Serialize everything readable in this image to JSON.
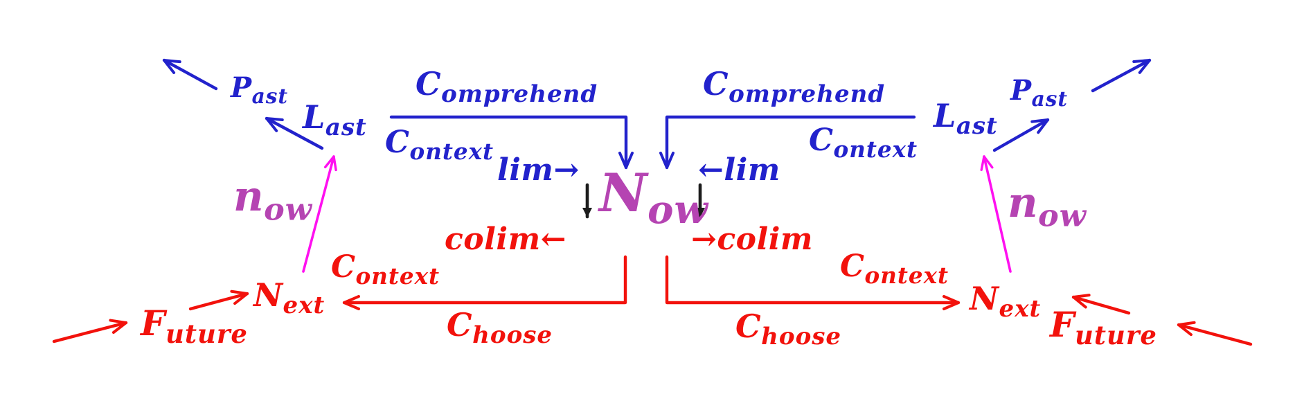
{
  "colors": {
    "blue": "#2222CC",
    "red": "#F2120C",
    "magenta": "#FF10F0",
    "purple": "#B544B2",
    "arrow_black": "#1C1C1C",
    "background": "#FFFFFF"
  },
  "labels": {
    "past_left": {
      "head": "P",
      "sub": "ast"
    },
    "last_left": {
      "head": "L",
      "sub": "ast"
    },
    "comprehend_left": {
      "head": "C",
      "sub": "omprehend"
    },
    "context_blue_left": {
      "head": "C",
      "sub": "ontext"
    },
    "lim_left": {
      "text": "lim→"
    },
    "comprehend_right": {
      "head": "C",
      "sub": "omprehend"
    },
    "context_blue_right": {
      "head": "C",
      "sub": "ontext"
    },
    "lim_right": {
      "text": "←lim"
    },
    "last_right": {
      "head": "L",
      "sub": "ast"
    },
    "past_right": {
      "head": "P",
      "sub": "ast"
    },
    "now_center": {
      "head": "N",
      "sub": "ow"
    },
    "now_left": {
      "head": "n",
      "sub": "ow"
    },
    "now_right": {
      "head": "n",
      "sub": "ow"
    },
    "colim_left": {
      "text": "colim←"
    },
    "colim_right": {
      "text": "→colim"
    },
    "context_red_left": {
      "head": "C",
      "sub": "ontext"
    },
    "choose_left": {
      "head": "C",
      "sub": "hoose"
    },
    "context_red_right": {
      "head": "C",
      "sub": "ontext"
    },
    "choose_right": {
      "head": "C",
      "sub": "hoose"
    },
    "next_left": {
      "head": "N",
      "sub": "ext"
    },
    "future_left": {
      "head": "F",
      "sub": "uture"
    },
    "next_right": {
      "head": "N",
      "sub": "ext"
    },
    "future_right": {
      "head": "F",
      "sub": "uture"
    }
  }
}
